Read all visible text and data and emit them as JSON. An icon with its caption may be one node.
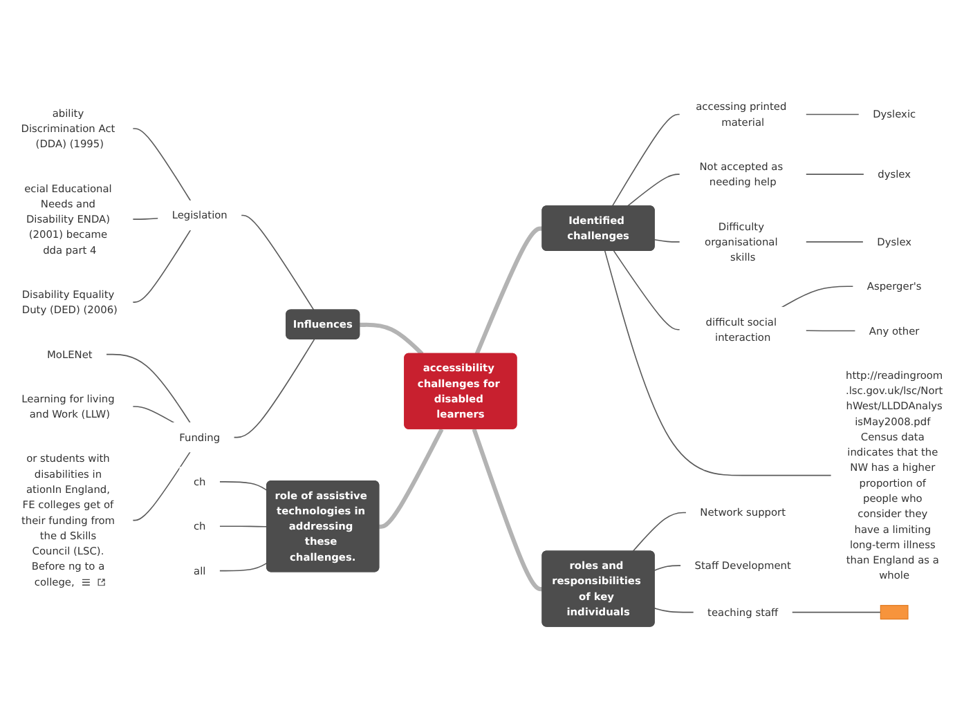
{
  "diagram": {
    "nodes": [
      {
        "text": [
          "accessibility challenges for disabled learners"
        ]
      },
      {
        "text": [
          "Identified challenges"
        ]
      },
      {
        "text": [
          "accessing printed material"
        ]
      },
      {
        "text": [
          "Dyslexic"
        ]
      },
      {
        "text": [
          "Not accepted as needing help"
        ]
      },
      {
        "text": [
          "dyslex"
        ]
      },
      {
        "text": [
          "Difficulty organisational skills"
        ]
      },
      {
        "text": [
          "Dyslex"
        ]
      },
      {
        "text": [
          "difficult social interaction"
        ]
      },
      {
        "text": [
          "Asperger's"
        ]
      },
      {
        "text": [
          "Any other"
        ]
      },
      {
        "text": [
          "http://readingroom.lsc.gov.uk/lsc/NorthWest/LLDDAnalysisMay2008.pdf Census data indicates that the NW has a higher proportion of people who consider they have a limiting long-term illness than England as a whole"
        ]
      },
      {
        "text": [
          "roles and responsibilities of key individuals"
        ]
      },
      {
        "text": [
          "teaching staff"
        ]
      },
      {
        "text": [],
        "shape": "box"
      },
      {
        "text": [
          "Network support"
        ]
      },
      {
        "text": [
          "Staff Development"
        ]
      },
      {
        "text": [
          "Influences"
        ]
      },
      {
        "text": [
          "Legislation"
        ]
      },
      {
        "text": [
          "ability Discrimination Act (DDA) (1995)"
        ]
      },
      {
        "text": [
          "ecial Educational Needs and Disability ENDA) (2001) became dda part 4"
        ]
      },
      {
        "text": [
          "Disability Equality Duty (DED) (2006)"
        ]
      },
      {
        "text": [
          "Funding"
        ]
      },
      {
        "text": [
          "MoLENet"
        ]
      },
      {
        "text": [
          "Learning for living and Work (LLW)"
        ]
      },
      {
        "text": [
          "or students with disabilities in ationIn England, FE colleges get of their funding from the d Skills Council (LSC). Before ng to a college,"
        ]
      },
      {
        "text": [
          "role of assistive technologies in addressing these challenges."
        ]
      },
      {
        "text": [
          "ch"
        ]
      },
      {
        "text": [
          "ch"
        ]
      },
      {
        "text": [
          "all"
        ]
      }
    ],
    "edges": [
      {
        "from": 0,
        "to": 1,
        "arrow": "none",
        "style": "thick",
        "color": "#b3b3b3"
      },
      {
        "from": 1,
        "to": 2,
        "arrow": "none"
      },
      {
        "from": 2,
        "to": 3,
        "arrow": "none"
      },
      {
        "from": 1,
        "to": 4,
        "arrow": "none"
      },
      {
        "from": 4,
        "to": 5,
        "arrow": "none"
      },
      {
        "from": 1,
        "to": 6,
        "arrow": "none"
      },
      {
        "from": 6,
        "to": 7,
        "arrow": "none"
      },
      {
        "from": 1,
        "to": 8,
        "arrow": "none"
      },
      {
        "from": 8,
        "to": 9,
        "arrow": "none"
      },
      {
        "from": 8,
        "to": 10,
        "arrow": "none"
      },
      {
        "from": 1,
        "to": 11,
        "arrow": "none"
      },
      {
        "from": 0,
        "to": 12,
        "arrow": "none",
        "style": "thick",
        "color": "#b3b3b3"
      },
      {
        "from": 12,
        "to": 13,
        "arrow": "none"
      },
      {
        "from": 13,
        "to": 14,
        "arrow": "none"
      },
      {
        "from": 12,
        "to": 15,
        "arrow": "none"
      },
      {
        "from": 12,
        "to": 16,
        "arrow": "none"
      },
      {
        "from": 0,
        "to": 17,
        "arrow": "none",
        "style": "thick",
        "color": "#b3b3b3"
      },
      {
        "from": 17,
        "to": 18,
        "arrow": "none"
      },
      {
        "from": 18,
        "to": 19,
        "arrow": "none"
      },
      {
        "from": 18,
        "to": 20,
        "arrow": "none"
      },
      {
        "from": 18,
        "to": 21,
        "arrow": "none"
      },
      {
        "from": 17,
        "to": 22,
        "arrow": "none"
      },
      {
        "from": 22,
        "to": 23,
        "arrow": "none"
      },
      {
        "from": 22,
        "to": 24,
        "arrow": "none"
      },
      {
        "from": 22,
        "to": 25,
        "arrow": "none"
      },
      {
        "from": 0,
        "to": 26,
        "arrow": "none",
        "style": "thick",
        "color": "#b3b3b3"
      },
      {
        "from": 26,
        "to": 27,
        "arrow": "none"
      },
      {
        "from": 26,
        "to": 28,
        "arrow": "none"
      },
      {
        "from": 26,
        "to": 29,
        "arrow": "none"
      }
    ]
  }
}
